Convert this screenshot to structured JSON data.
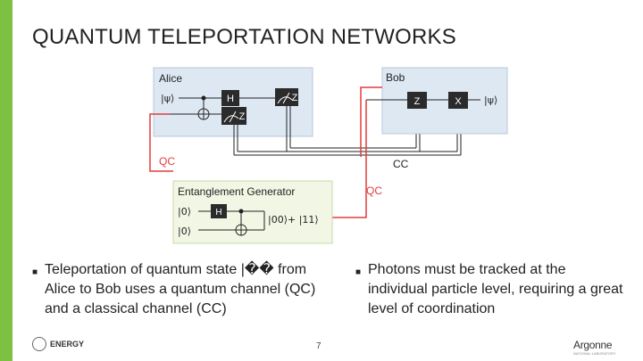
{
  "slide": {
    "title": "QUANTUM TELEPORTATION NETWORKS",
    "page_number": "7"
  },
  "diagram": {
    "alice_label": "Alice",
    "bob_label": "Bob",
    "alice_state": "|ψ⟩",
    "bob_state": "|ψ⟩",
    "h_gate": "H",
    "meas_z_1": "Z",
    "meas_z_2": "Z",
    "bob_z_gate": "Z",
    "bob_x_gate": "X",
    "qc_left": "QC",
    "qc_right": "QC",
    "cc_label": "CC",
    "generator_title": "Entanglement Generator",
    "ket0_a": "|0⟩",
    "ket0_b": "|0⟩",
    "gen_h_gate": "H",
    "bell_state": "|00⟩+ |11⟩"
  },
  "bullets": {
    "left": "Teleportation of quantum state |�� from Alice to Bob uses a quantum channel (QC) and a classical channel (CC)",
    "right": "Photons must be tracked at the individual particle level, requiring a great level of coordination"
  },
  "footer": {
    "doe_label": "ENERGY",
    "argonne_label": "Argonne",
    "argonne_sub": "NATIONAL LABORATORY"
  },
  "colors": {
    "accent": "#7cc142",
    "box_fill": "#dde8f3",
    "generator_fill": "#f1f7e4",
    "qc_red": "#e23d3d"
  }
}
